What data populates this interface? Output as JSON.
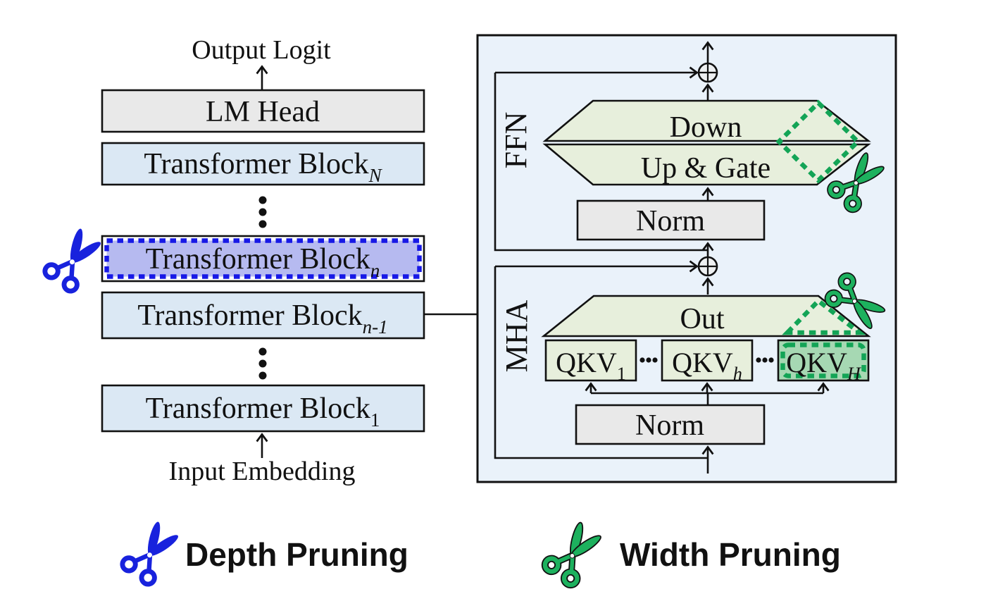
{
  "left_stack": {
    "output_label": "Output Logit",
    "input_label": "Input Embedding",
    "lm_head": "LM Head",
    "blocks": [
      {
        "label": "Transformer Block",
        "sub": "N"
      },
      {
        "label": "Transformer Block",
        "sub": "n"
      },
      {
        "label": "Transformer Block",
        "sub": "n-1"
      },
      {
        "label": "Transformer Block",
        "sub": "1"
      }
    ]
  },
  "panel": {
    "ffn_label": "FFN",
    "mha_label": "MHA",
    "down_label": "Down",
    "up_gate_label": "Up & Gate",
    "norm_ffn_label": "Norm",
    "norm_mha_label": "Norm",
    "out_label": "Out",
    "qkv_heads": [
      {
        "label": "QKV",
        "sub": "1"
      },
      {
        "label": "QKV",
        "sub": "h"
      },
      {
        "label": "QKV",
        "sub": "H"
      }
    ]
  },
  "legend": {
    "depth_label": "Depth Pruning",
    "width_label": "Width Pruning"
  },
  "colors": {
    "block_blue": "#dbe8f4",
    "pruned_block_blue": "#b6baf0",
    "pruned_dash_blue": "#1718e6",
    "scissors_blue": "#1822dd",
    "box_gray": "#e9e9e9",
    "panel_bg": "#eaf2fa",
    "green_light": "#e7efdc",
    "green_highlight": "#a6d8b3",
    "green_dash": "#13a456",
    "scissors_green": "#1db15e"
  }
}
